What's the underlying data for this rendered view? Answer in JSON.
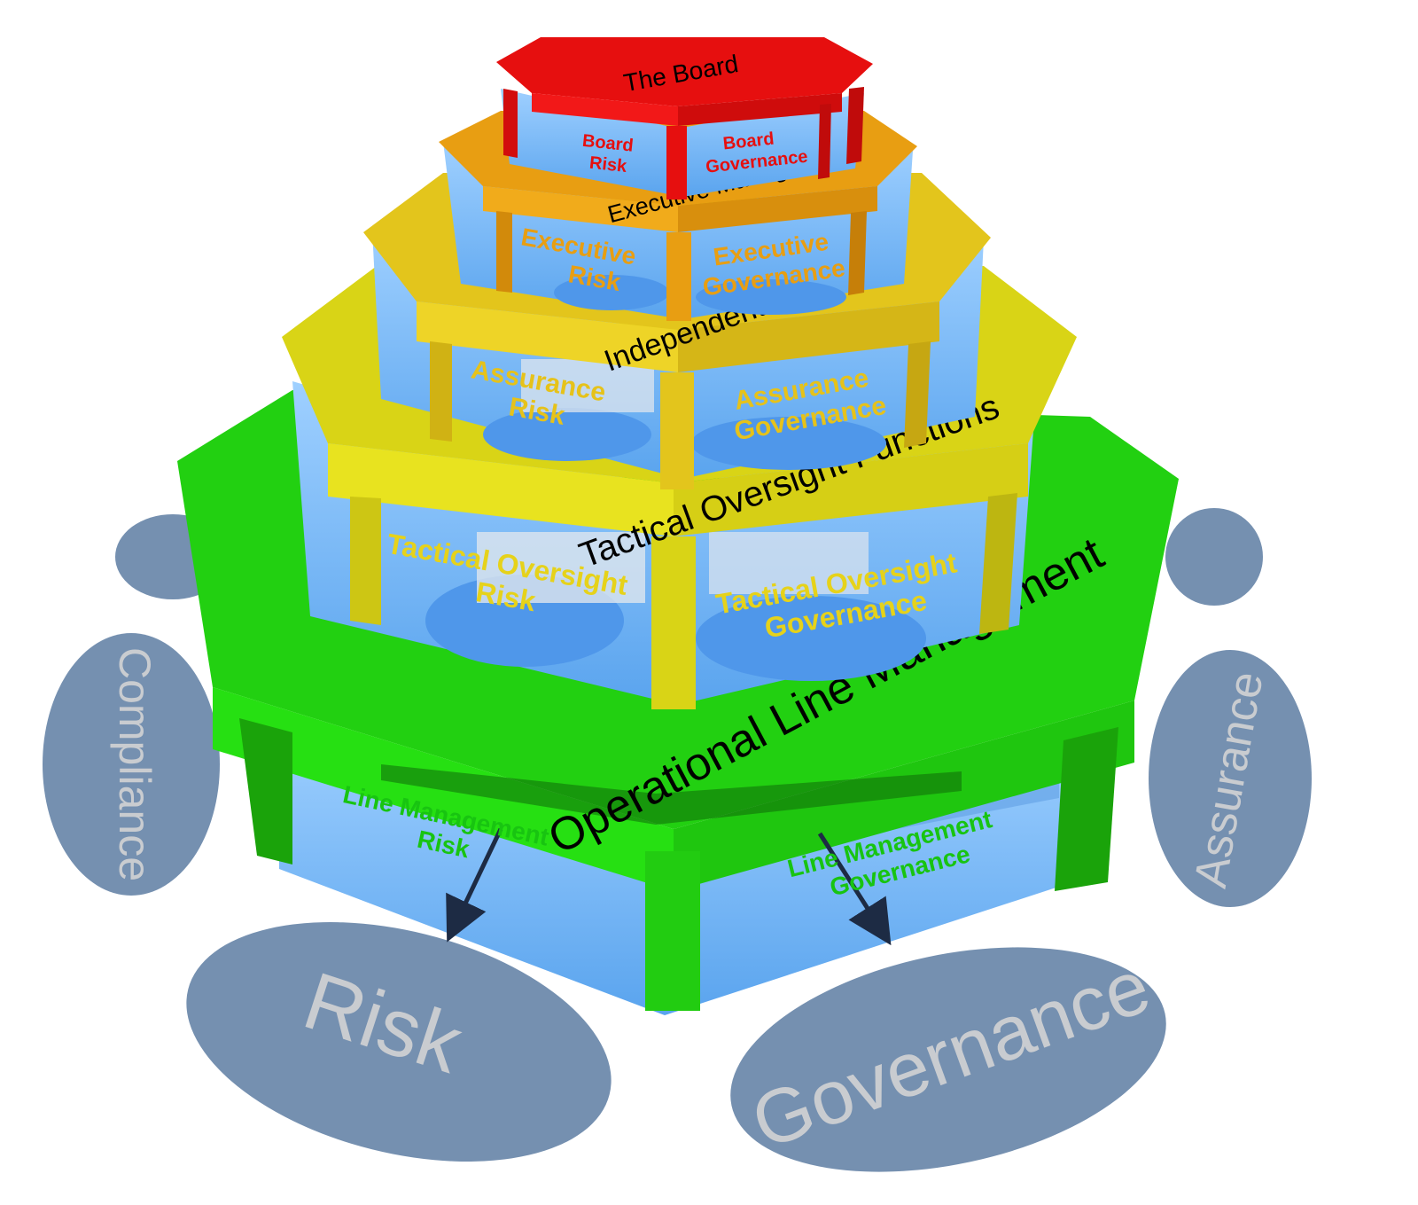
{
  "colors": {
    "background": "#ffffff",
    "ellipse_fill": "#7590b0",
    "ellipse_text": "#c9ccd0",
    "glass": "#6fb2f0",
    "glass_dark": "#2f74c6",
    "board": "#e60f0f",
    "executive": "#e89e12",
    "assurance": "#e0c418",
    "tactical": "#d8d61a",
    "operational": "#22cc11",
    "band_text": "#000000"
  },
  "ellipses": {
    "compliance": "Compliance",
    "assurance": "Assurance",
    "risk": "Risk",
    "governance": "Governance"
  },
  "tiers": {
    "board": {
      "band_label": "The Board",
      "risk_label": [
        "Board",
        "Risk"
      ],
      "governance_label": [
        "Board",
        "Governance"
      ]
    },
    "executive": {
      "band_label": "Executive Management",
      "risk_label": [
        "Executive",
        "Risk"
      ],
      "governance_label": [
        "Executive",
        "Governance"
      ]
    },
    "assurance": {
      "band_label": "Independent Assurance",
      "risk_label": [
        "Assurance",
        "Risk"
      ],
      "governance_label": [
        "Assurance",
        "Governance"
      ]
    },
    "tactical": {
      "band_label": "Tactical Oversight Functions",
      "risk_label": [
        "Tactical Oversight",
        "Risk"
      ],
      "governance_label": [
        "Tactical Oversight",
        "Governance"
      ]
    },
    "operational": {
      "band_label": "Operational Line Management",
      "risk_label": [
        "Line Management",
        "Risk"
      ],
      "governance_label": [
        "Line Management",
        "Governance"
      ]
    }
  }
}
